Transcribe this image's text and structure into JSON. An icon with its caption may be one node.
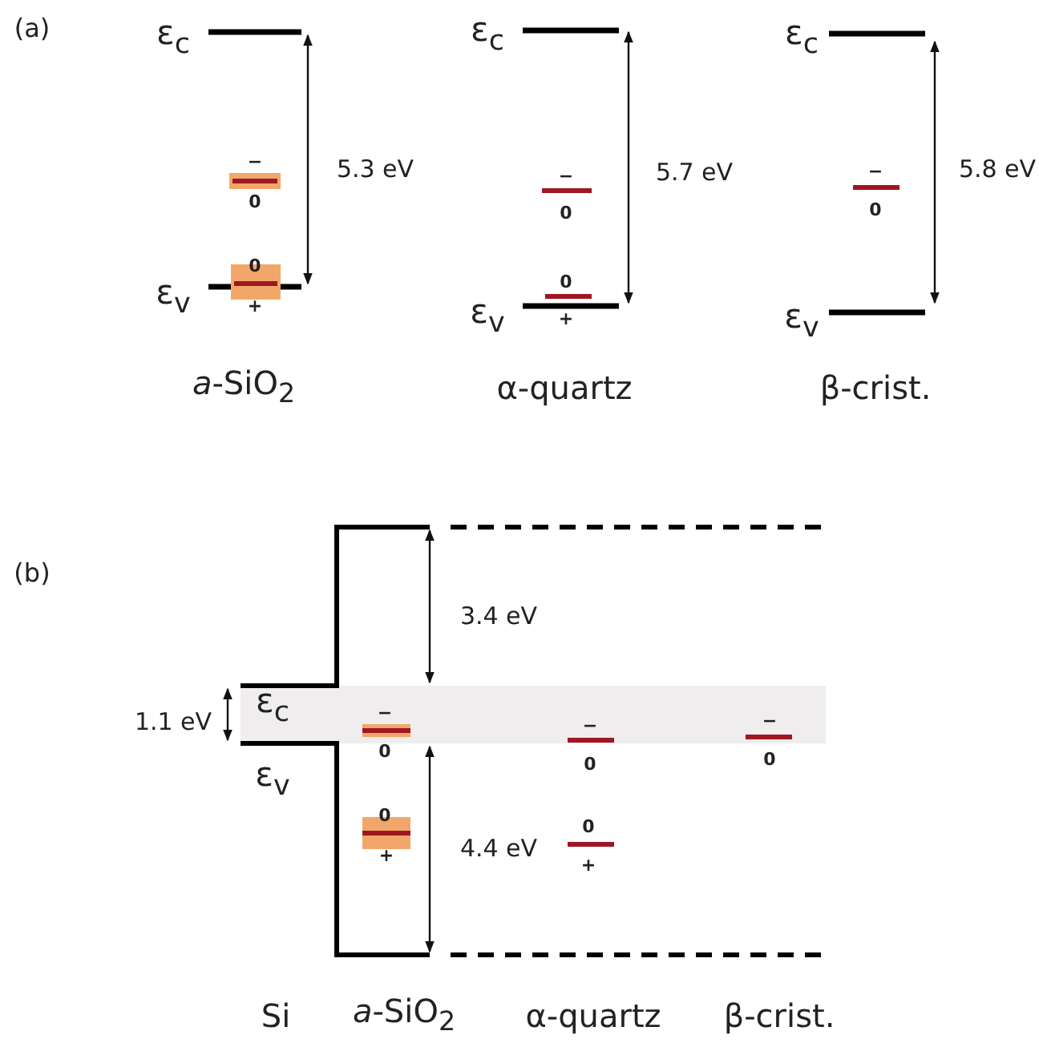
{
  "diagram": {
    "labels": [
      "(a)",
      "ε$_{c}$",
      "ε$_{c}$",
      "ε$_{c}$",
      "5.3 eV",
      "5.7 eV",
      "5.8 eV",
      "−",
      "0",
      "0",
      "+",
      "−",
      "0",
      "0",
      "+",
      "−",
      "0",
      "ε$_{v}$",
      "ε$_{v}$",
      "ε$_{v}$",
      "*a*-SiO$_{2}$",
      "α-quartz",
      "β-crist.",
      "(b)",
      "3.4 eV",
      "ε$_{c}$",
      "1.1 eV",
      "−",
      "0",
      "−",
      "0",
      "−",
      "0",
      "ε$_{v}$",
      "0",
      "+",
      "4.4 eV",
      "0",
      "+",
      "Si",
      "*a*-SiO$_{2}$",
      "α-quartz",
      "β-crist."
    ]
  }
}
